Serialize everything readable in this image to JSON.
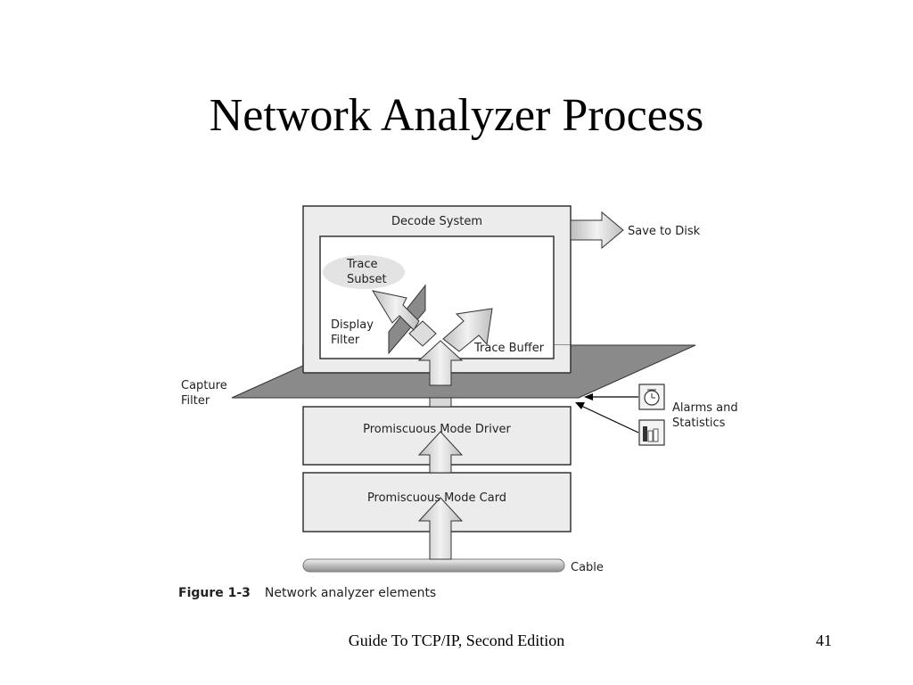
{
  "slide": {
    "title": "Network Analyzer Process",
    "footer": "Guide To TCP/IP, Second Edition",
    "page_number": "41"
  },
  "figure": {
    "number": "Figure 1-3",
    "caption": "Network analyzer elements"
  },
  "diagram": {
    "decode_system": "Decode System",
    "save_to_disk": "Save to Disk",
    "trace_subset": [
      "Trace",
      "Subset"
    ],
    "display_filter": [
      "Display",
      "Filter"
    ],
    "trace_buffer": "Trace Buffer",
    "capture_filter": [
      "Capture",
      "Filter"
    ],
    "alarms_and_statistics": [
      "Alarms and",
      "Statistics"
    ],
    "promiscuous_mode_driver": "Promiscuous Mode Driver",
    "promiscuous_mode_card": "Promiscuous Mode Card",
    "cable": "Cable"
  },
  "colors": {
    "box_fill": "#ececec",
    "plane_fill": "#8a8a8a",
    "arrow_fill": "#d9d9d9",
    "outline": "#333333"
  }
}
